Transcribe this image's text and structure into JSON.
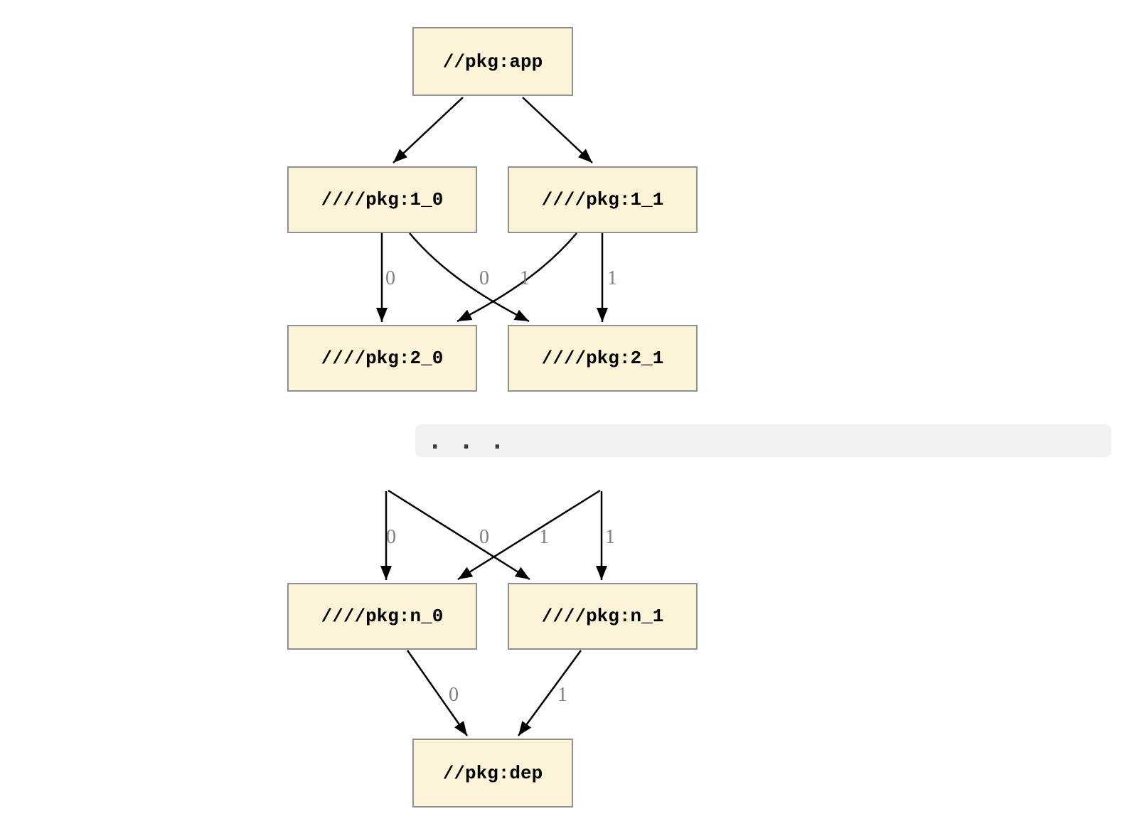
{
  "diagram": {
    "type": "dependency-graph",
    "nodes": [
      {
        "id": "app",
        "label": "//pkg:app"
      },
      {
        "id": "1_0",
        "label": "////pkg:1_0"
      },
      {
        "id": "1_1",
        "label": "////pkg:1_1"
      },
      {
        "id": "2_0",
        "label": "////pkg:2_0"
      },
      {
        "id": "2_1",
        "label": "////pkg:2_1"
      },
      {
        "id": "n_0",
        "label": "////pkg:n_0"
      },
      {
        "id": "n_1",
        "label": "////pkg:n_1"
      },
      {
        "id": "dep",
        "label": "//pkg:dep"
      }
    ],
    "edges": [
      {
        "from": "//pkg:app",
        "to": "////pkg:1_0",
        "label": ""
      },
      {
        "from": "//pkg:app",
        "to": "////pkg:1_1",
        "label": ""
      },
      {
        "from": "////pkg:1_0",
        "to": "////pkg:2_0",
        "label": "0"
      },
      {
        "from": "////pkg:1_1",
        "to": "////pkg:2_0",
        "label": "0"
      },
      {
        "from": "////pkg:1_0",
        "to": "////pkg:2_1",
        "label": "1"
      },
      {
        "from": "////pkg:1_1",
        "to": "////pkg:2_1",
        "label": "1"
      },
      {
        "from": "",
        "to": "////pkg:n_0",
        "label": "0"
      },
      {
        "from": "",
        "to": "////pkg:n_0",
        "label": "0"
      },
      {
        "from": "",
        "to": "////pkg:n_1",
        "label": "1"
      },
      {
        "from": "",
        "to": "////pkg:n_1",
        "label": "1"
      },
      {
        "from": "////pkg:n_0",
        "to": "//pkg:dep",
        "label": "0"
      },
      {
        "from": "////pkg:n_1",
        "to": "//pkg:dep",
        "label": "1"
      }
    ],
    "ellipsis": {
      "dots_label": ". . ."
    },
    "colors": {
      "node_fill": "#fdf3d8",
      "node_border": "#8d9192",
      "node_text": "#000000",
      "edge": "#000000",
      "edge_label": "#7f7f7f",
      "band_fill": "#f1f1f1",
      "dots": "#3a3a3a",
      "background": "#ffffff"
    }
  }
}
